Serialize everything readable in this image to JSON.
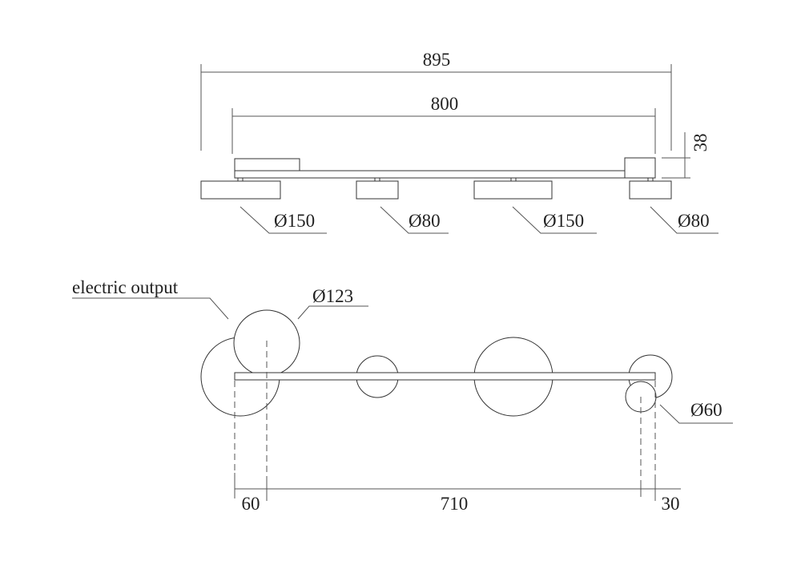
{
  "side_view": {
    "overall_length": "895",
    "track_length": "800",
    "height": "38",
    "lamp_labels": [
      "Ø150",
      "Ø80",
      "Ø150",
      "Ø80"
    ]
  },
  "top_view": {
    "electric_output_label": "electric output",
    "canopy_diameter": "Ø123",
    "small_canopy_diameter": "Ø60",
    "dim_left": "60",
    "dim_center": "710",
    "dim_right": "30"
  }
}
